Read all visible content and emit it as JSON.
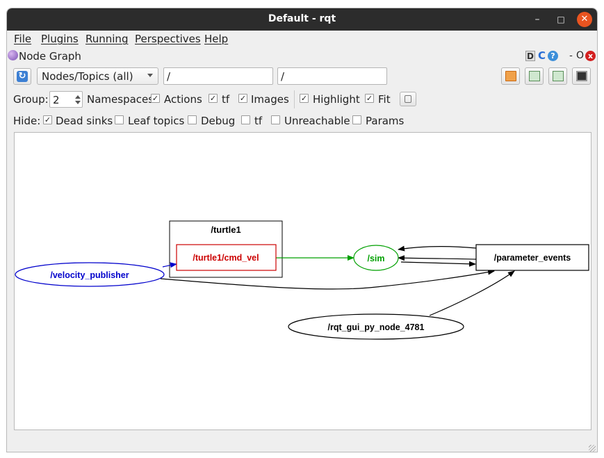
{
  "window": {
    "title": "Default - rqt",
    "minimize_glyph": "–",
    "maximize_glyph": "□",
    "close_glyph": "✕"
  },
  "menubar": {
    "items": [
      "File",
      "Plugins",
      "Running",
      "Perspectives",
      "Help"
    ]
  },
  "dock": {
    "title": "Node Graph",
    "icon": "rqt-plugin-icon",
    "buttons": {
      "d": "D",
      "reload": "C",
      "help": "?",
      "dash": "-",
      "o": "O",
      "close": "x"
    }
  },
  "toolbar": {
    "refresh_icon": "refresh-icon",
    "mode_combo": "Nodes/Topics (all)",
    "node_filter": "/",
    "topic_filter": "/"
  },
  "options": {
    "group_label": "Group:",
    "group_value": "2",
    "namespaces": "Namespaces",
    "actions": {
      "label": "Actions",
      "checked": true
    },
    "tf": {
      "label": "tf",
      "checked": true
    },
    "images": {
      "label": "Images",
      "checked": true
    },
    "highlight": {
      "label": "Highlight",
      "checked": true
    },
    "fit": {
      "label": "Fit",
      "checked": true
    }
  },
  "hide": {
    "label": "Hide:",
    "dead_sinks": {
      "label": "Dead sinks",
      "checked": true
    },
    "leaf_topics": {
      "label": "Leaf topics",
      "checked": false
    },
    "debug": {
      "label": "Debug",
      "checked": false
    },
    "tf": {
      "label": "tf",
      "checked": false
    },
    "unreachable": {
      "label": "Unreachable",
      "checked": false
    },
    "params": {
      "label": "Params",
      "checked": false
    }
  },
  "graph": {
    "cluster_label": "/turtle1",
    "nodes": {
      "velocity_publisher": "/velocity_publisher",
      "cmd_vel": "/turtle1/cmd_vel",
      "sim": "/sim",
      "parameter_events": "/parameter_events",
      "rqt_gui": "/rqt_gui_py_node_4781"
    },
    "colors": {
      "publisher": "#0000cc",
      "topic": "#cc0000",
      "subscriber": "#00a000",
      "default": "#000000"
    }
  }
}
